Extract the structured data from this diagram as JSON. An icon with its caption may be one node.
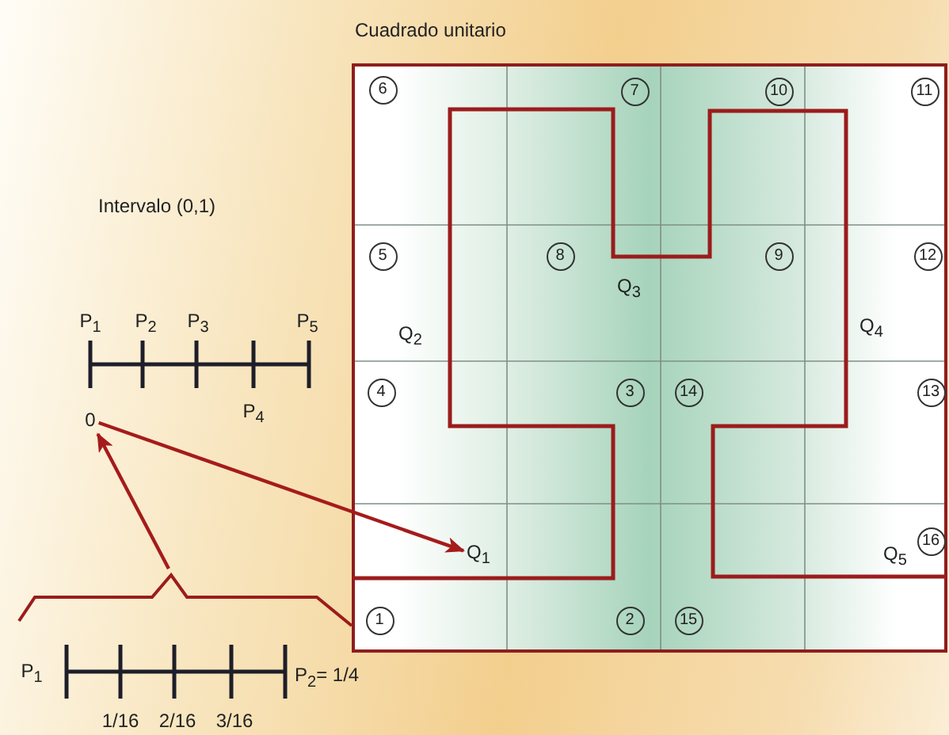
{
  "diagram": {
    "nodes": [
      {
        "text": [
          "Cuadrado unitario"
        ]
      },
      {
        "text": [
          "6"
        ],
        "in": 0
      },
      {
        "text": [
          "7"
        ],
        "in": 0
      },
      {
        "text": [
          "10"
        ],
        "in": 0
      },
      {
        "text": [
          "11"
        ],
        "in": 0
      },
      {
        "text": [
          "5"
        ],
        "in": 0
      },
      {
        "text": [
          "8"
        ],
        "in": 0
      },
      {
        "text": [
          "9"
        ],
        "in": 0
      },
      {
        "text": [
          "12"
        ],
        "in": 0
      },
      {
        "text": [
          "4"
        ],
        "in": 0
      },
      {
        "text": [
          "3"
        ],
        "in": 0
      },
      {
        "text": [
          "14"
        ],
        "in": 0
      },
      {
        "text": [
          "13"
        ],
        "in": 0
      },
      {
        "text": [
          "16"
        ],
        "in": 0
      },
      {
        "text": [
          "1"
        ],
        "in": 0
      },
      {
        "text": [
          "2"
        ],
        "in": 0
      },
      {
        "text": [
          "15"
        ],
        "in": 0
      },
      {
        "text": [
          "0"
        ]
      },
      {
        "text": [
          "Q$_{1}$"
        ],
        "in": 0
      },
      {
        "text": [],
        "shape": "brace"
      }
    ],
    "edges": [
      {
        "from": 17,
        "to": 18,
        "arrow": "to"
      },
      {
        "from": 19,
        "to": 17,
        "arrow": "to"
      }
    ],
    "labels": [
      "Intervalo (0,1)",
      "P$_{1}$",
      "P$_{2}$",
      "P$_{3}$",
      "P$_{5}$",
      "Q$_{3}$",
      "Q$_{4}$",
      "Q$_{2}$",
      "P$_{4}$",
      "Q$_{5}$",
      "P$_{1}$",
      "P$_{2}$= 1/4",
      "1/16",
      "2/16",
      "3/16"
    ]
  }
}
